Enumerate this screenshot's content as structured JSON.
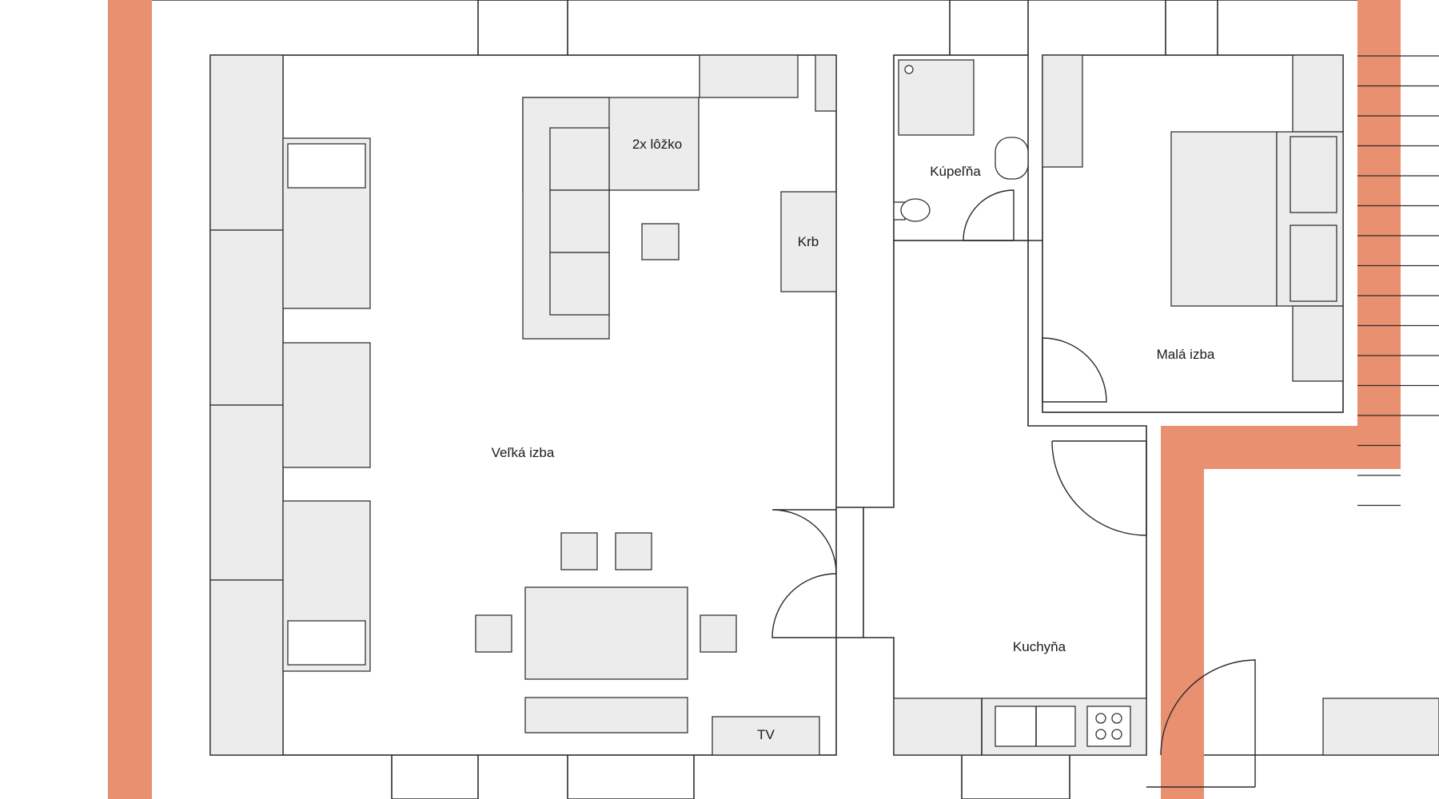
{
  "accent_color": "#e8906f",
  "rooms": {
    "velka_izba": "Veľká izba",
    "mala_izba": "Malá izba",
    "kupelna": "Kúpeľňa",
    "kuchyna": "Kuchyňa"
  },
  "furniture_labels": {
    "sofa_bed": "2x lôžko",
    "fireplace": "Krb",
    "tv": "TV"
  }
}
